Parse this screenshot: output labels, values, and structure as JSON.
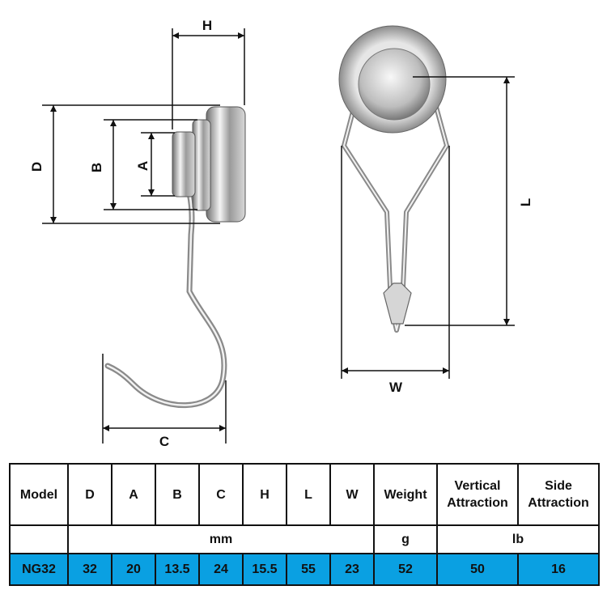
{
  "dimension_labels": {
    "H": "H",
    "D": "D",
    "B": "B",
    "A": "A",
    "C": "C",
    "L": "L",
    "W": "W"
  },
  "table": {
    "headers": [
      "Model",
      "D",
      "A",
      "B",
      "C",
      "H",
      "L",
      "W",
      "Weight",
      "Vertical Attraction",
      "Side Attraction"
    ],
    "units": {
      "mm": "mm",
      "g": "g",
      "lb": "lb"
    },
    "row": [
      "NG32",
      "32",
      "20",
      "13.5",
      "24",
      "15.5",
      "55",
      "23",
      "52",
      "50",
      "16"
    ]
  },
  "colors": {
    "data_row": "#0aa0e2",
    "lines": "#111111",
    "metal": "#c8c8c8"
  }
}
